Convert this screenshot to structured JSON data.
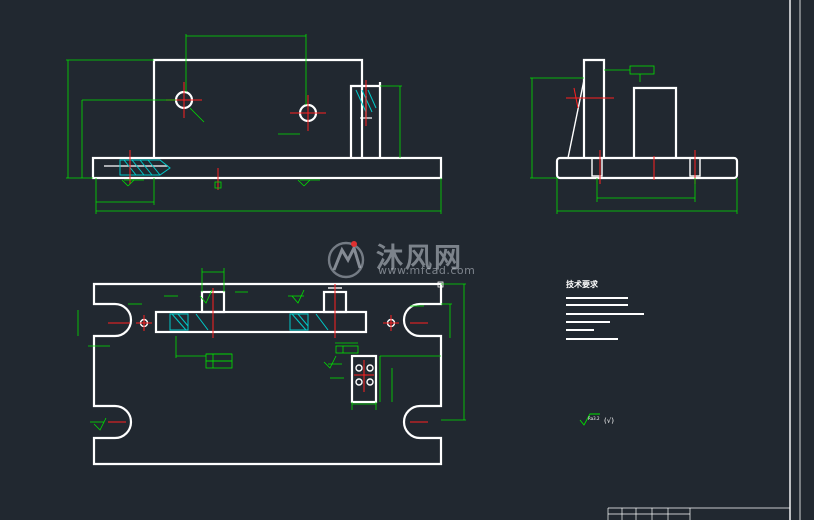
{
  "watermark": {
    "brand": "沐风网",
    "url": "www.mfcad.com"
  },
  "technical_requirements": {
    "title": "技术要求"
  },
  "roughness": {
    "symbol": "√",
    "value": "Ra3.2",
    "note": "(√)"
  },
  "colors": {
    "background": "#212830",
    "outline": "#ffffff",
    "dimension": "#00e000",
    "centerline": "#ff2020",
    "hatch": "#00c8c8"
  },
  "icons": [
    "logo-icon",
    "roughness-symbol-icon",
    "datum-symbol-icon"
  ]
}
